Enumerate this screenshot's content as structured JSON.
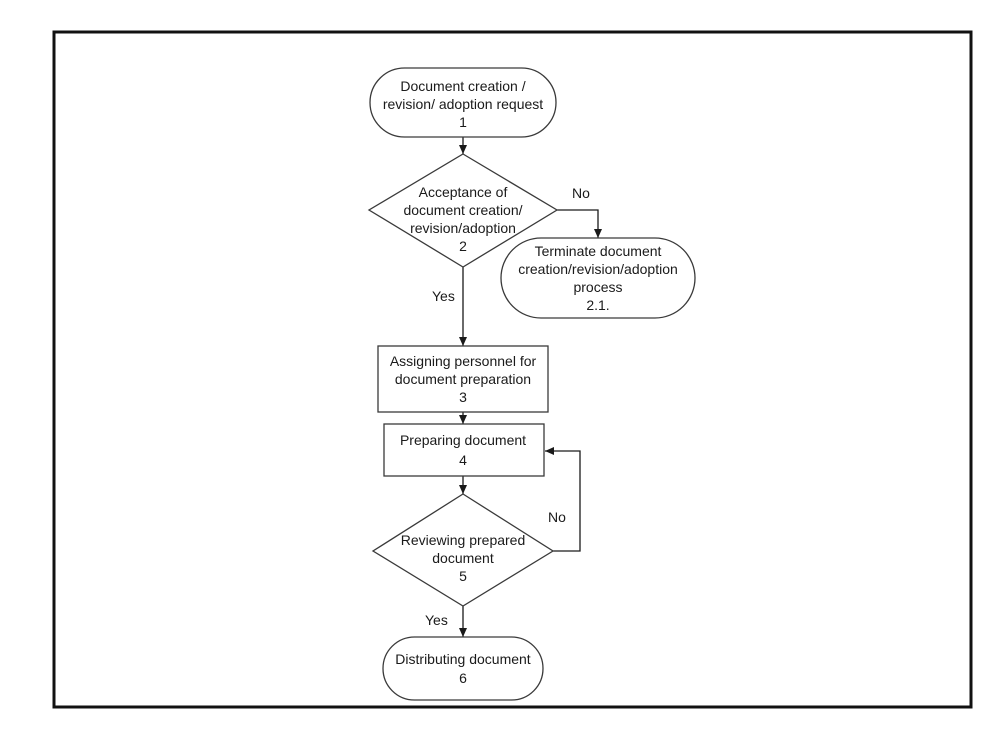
{
  "nodes": {
    "start": {
      "lines": [
        "Document creation /",
        "revision/ adoption request",
        "1"
      ]
    },
    "accept": {
      "lines": [
        "Acceptance of",
        "document creation/",
        "revision/adoption",
        "2"
      ]
    },
    "terminate": {
      "lines": [
        "Terminate document",
        "creation/revision/adoption",
        "process",
        "2.1."
      ]
    },
    "assign": {
      "lines": [
        "Assigning personnel for",
        "document preparation",
        "3"
      ]
    },
    "prepare": {
      "lines": [
        "Preparing document",
        "4"
      ]
    },
    "review": {
      "lines": [
        "Reviewing prepared",
        "document",
        "5"
      ]
    },
    "distribute": {
      "lines": [
        "Distributing document",
        "6"
      ]
    }
  },
  "edges": {
    "accept_no": "No",
    "accept_yes": "Yes",
    "review_no": "No",
    "review_yes": "Yes"
  }
}
